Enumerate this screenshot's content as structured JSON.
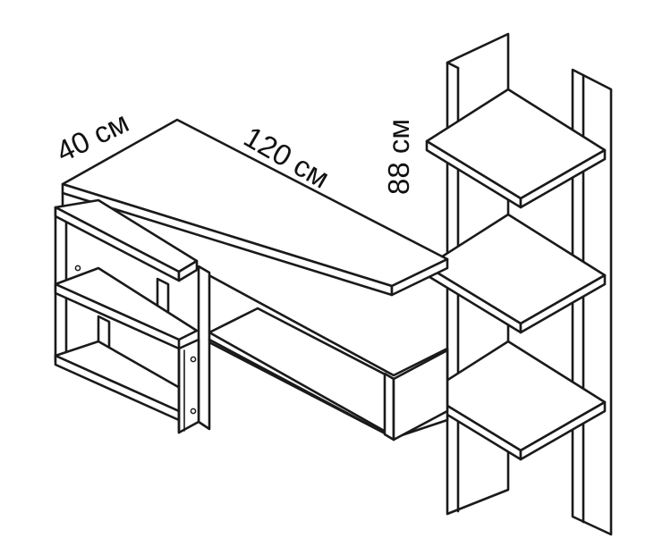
{
  "dimensions": {
    "depth": "40 см",
    "width": "120 см",
    "height": "88 см"
  },
  "colors": {
    "line": "#1a1a1a",
    "fill": "#ffffff"
  }
}
